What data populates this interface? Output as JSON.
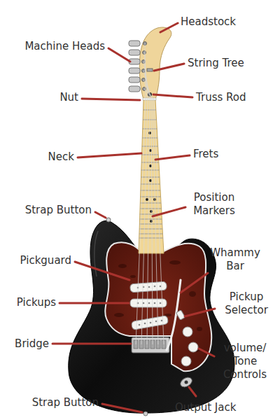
{
  "diagram": {
    "labels": [
      "Headstock",
      "Machine Heads",
      "String Tree",
      "Nut",
      "Truss Rod",
      "Neck",
      "Frets",
      "Position Markers",
      "Strap Button",
      "Pickguard",
      "Whammy Bar",
      "Pickups",
      "Pickup Selector",
      "Bridge",
      "volume/ Tone Controls",
      "Strap Button",
      "Output Jack"
    ]
  }
}
